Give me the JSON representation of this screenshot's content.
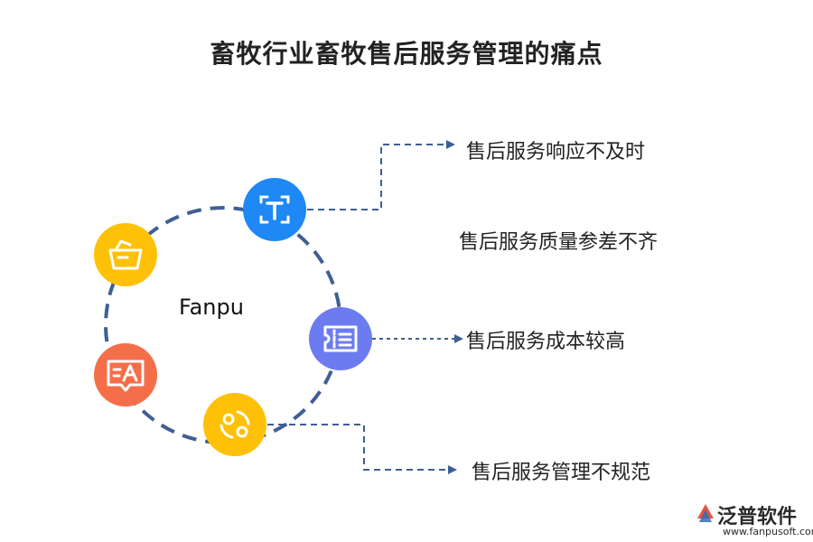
{
  "title": "畜牧行业畜牧售后服务管理的痛点",
  "center_label": "Fanpu",
  "items": [
    {
      "label": "售后服务响应不及时"
    },
    {
      "label": "售后服务质量参差不齐"
    },
    {
      "label": "售后服务成本较高"
    },
    {
      "label": "售后服务管理不规范"
    }
  ],
  "icons": [
    {
      "name": "text-icon",
      "color": "#1e88f5"
    },
    {
      "name": "basket-icon",
      "color": "#ffc107"
    },
    {
      "name": "list-icon",
      "color": "#6c7cf0"
    },
    {
      "name": "translate-icon",
      "color": "#f56e4a"
    },
    {
      "name": "refresh-icon",
      "color": "#ffc107"
    }
  ],
  "logo": {
    "name": "泛普软件",
    "url": "www.fanpusoft.com"
  }
}
